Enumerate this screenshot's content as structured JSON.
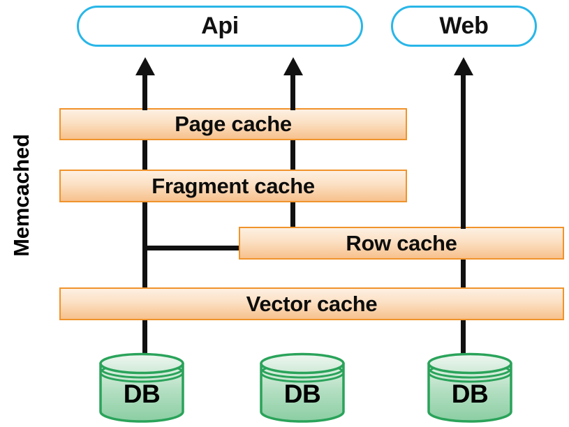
{
  "diagram": {
    "side_label": "Memcached",
    "clients": [
      {
        "name": "api-box",
        "label": "Api"
      },
      {
        "name": "web-box",
        "label": "Web"
      }
    ],
    "caches": [
      {
        "name": "page-cache",
        "label": "Page cache"
      },
      {
        "name": "fragment-cache",
        "label": "Fragment cache"
      },
      {
        "name": "row-cache",
        "label": "Row cache"
      },
      {
        "name": "vector-cache",
        "label": "Vector cache"
      }
    ],
    "databases": [
      {
        "name": "db-left",
        "label": "DB"
      },
      {
        "name": "db-middle",
        "label": "DB"
      },
      {
        "name": "db-right",
        "label": "DB"
      }
    ],
    "colors": {
      "client_border": "#29b6e8",
      "cache_border": "#f0932b",
      "cache_fill_top": "#fdf0e2",
      "cache_fill_bottom": "#f7c18d",
      "db_stroke": "#2aa35a",
      "db_fill_top": "#dff0e3",
      "db_fill_bottom": "#8fd0a6",
      "connector": "#111111",
      "background": "#ffffff"
    }
  }
}
